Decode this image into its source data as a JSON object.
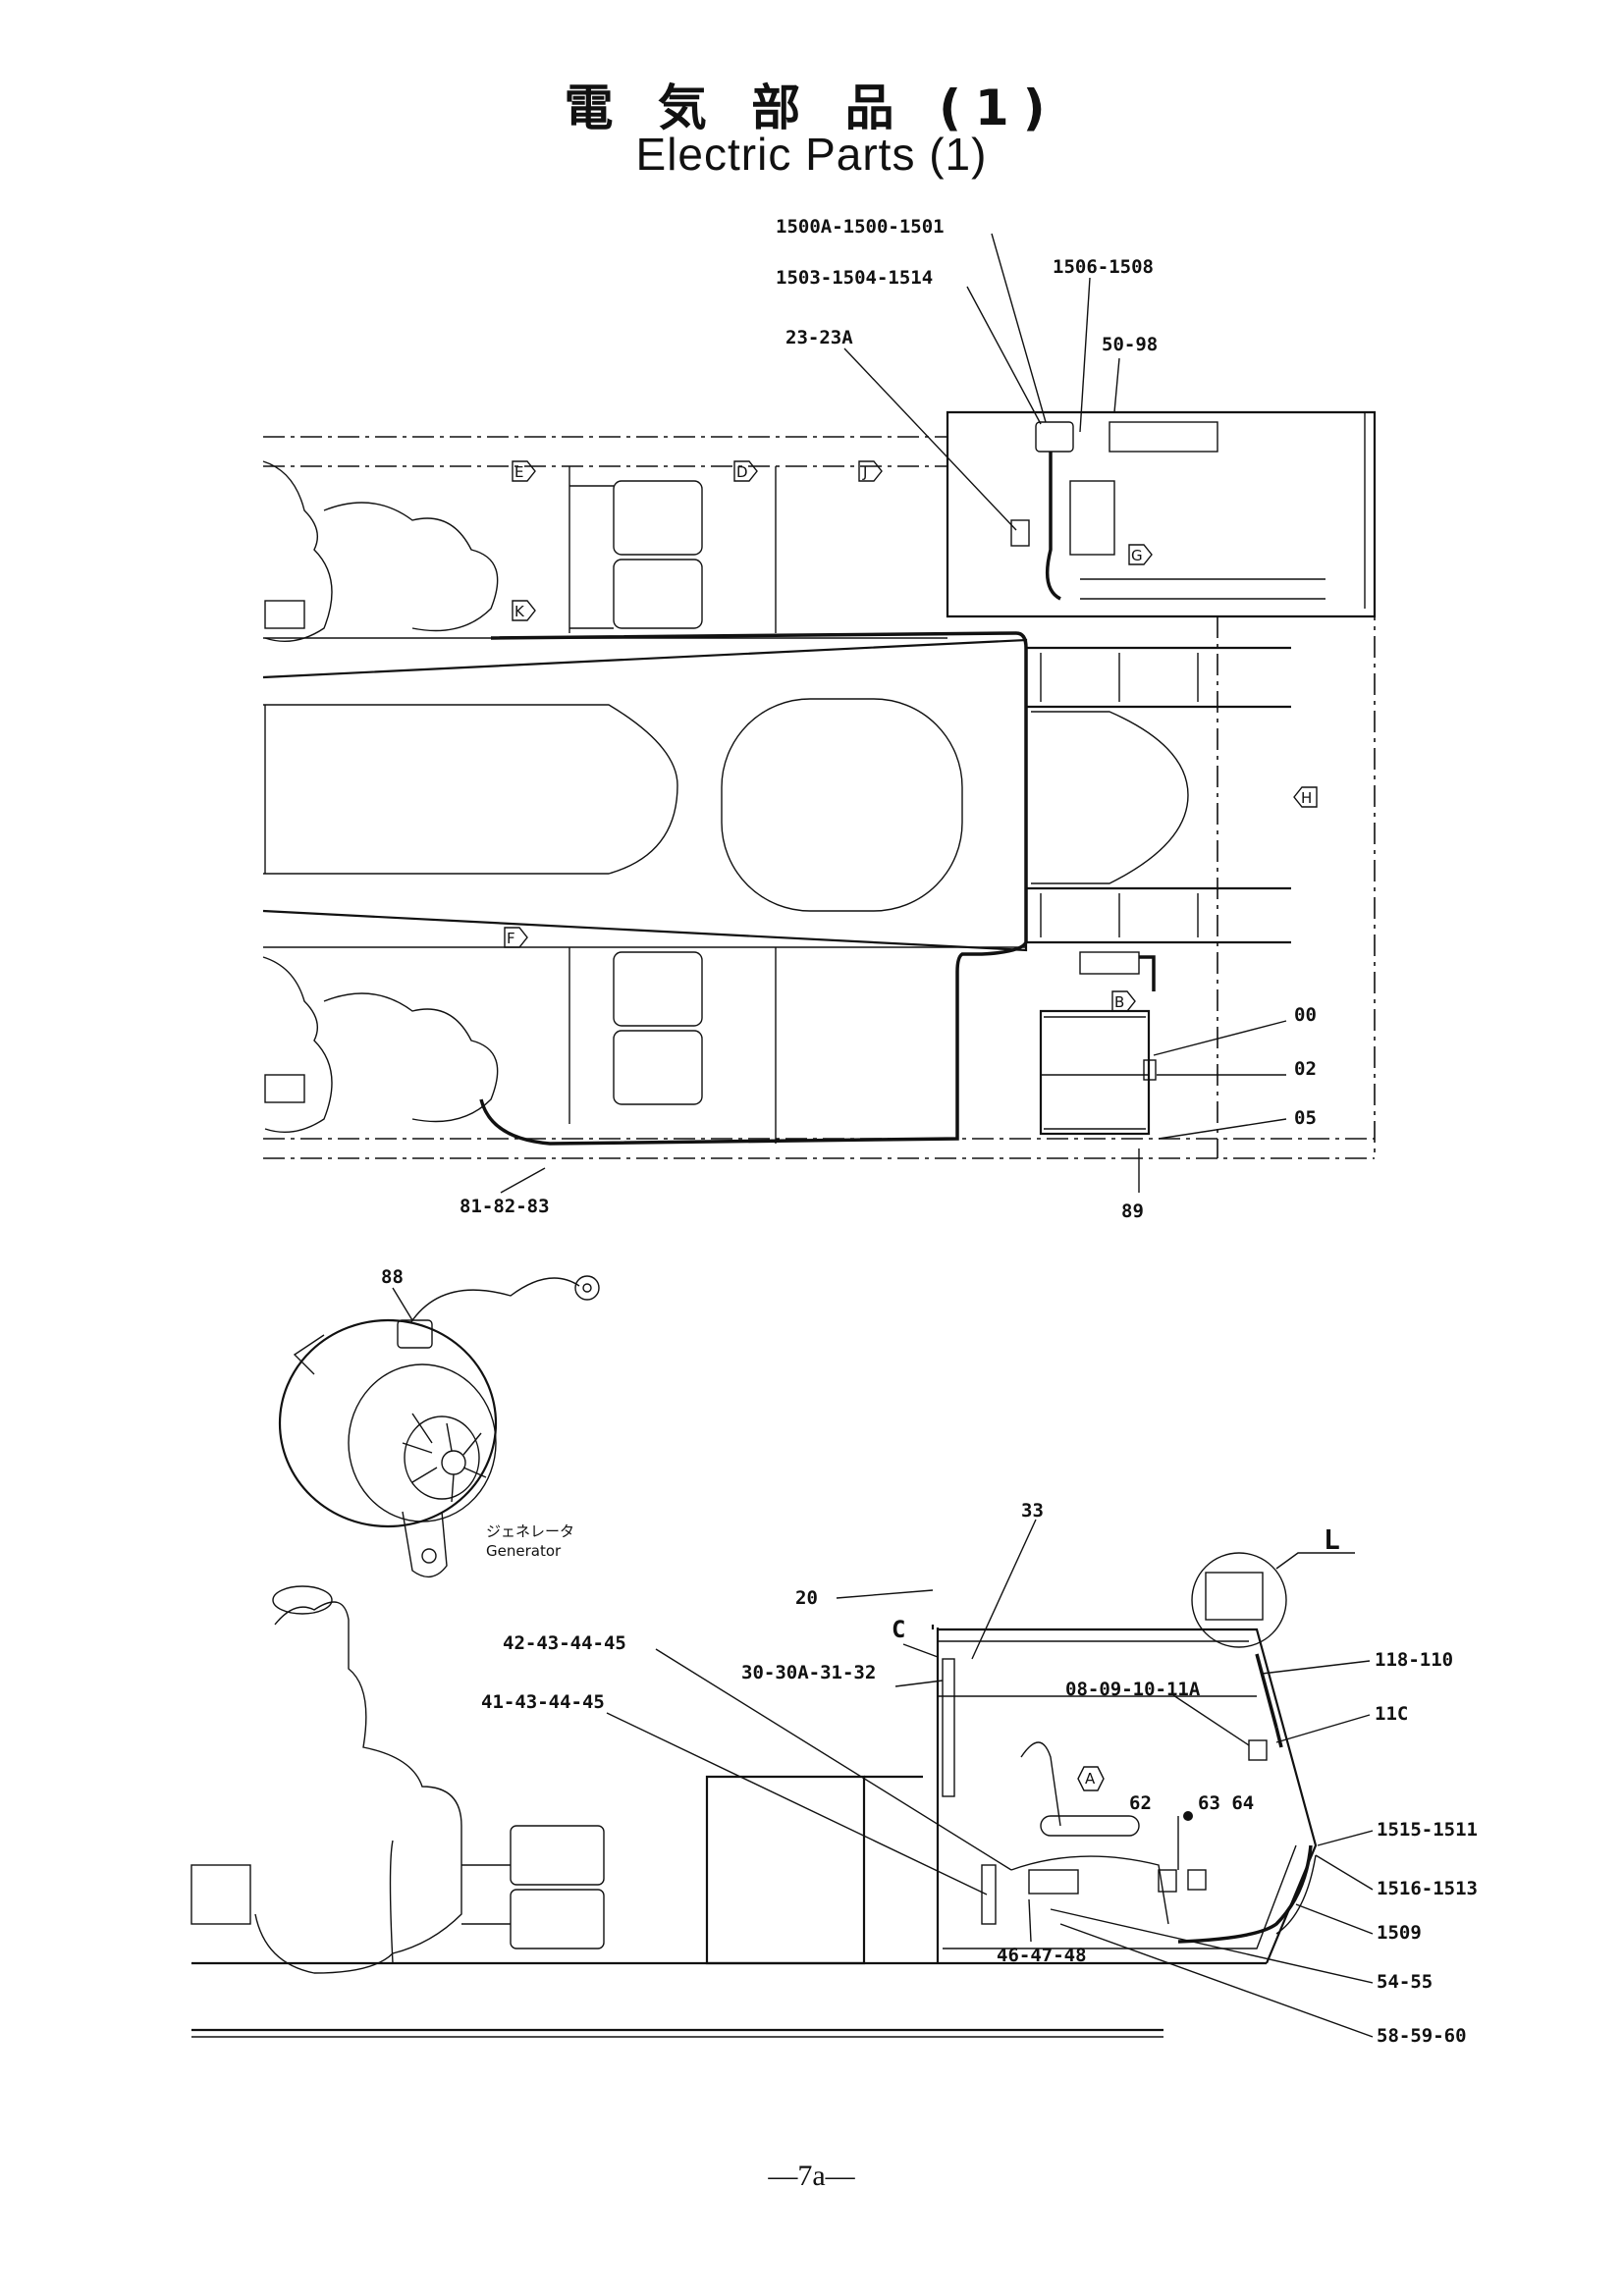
{
  "title": {
    "jp": "電 気 部 品 (1)",
    "en": "Electric Parts (1)"
  },
  "page_number": "—7a—",
  "generator": {
    "jp": "ジェネレータ",
    "en": "Generator"
  },
  "letter_markers": [
    "E",
    "D",
    "J",
    "K",
    "G",
    "H",
    "F",
    "B",
    "A"
  ],
  "callout_letters": [
    "C",
    "L"
  ],
  "part_labels": [
    "1500A-1500-1501",
    "1503-1504-1514",
    "1506-1508",
    "23-23A",
    "50-98",
    "00",
    "02",
    "05",
    "81-82-83",
    "89",
    "88",
    "33",
    "20",
    "42-43-44-45",
    "30-30A-31-32",
    "41-43-44-45",
    "118-110",
    "08-09-10-11A",
    "11C",
    "62",
    "63 64",
    "1515-1511",
    "1516-1513",
    "1509",
    "46-47-48",
    "54-55",
    "58-59-60"
  ]
}
